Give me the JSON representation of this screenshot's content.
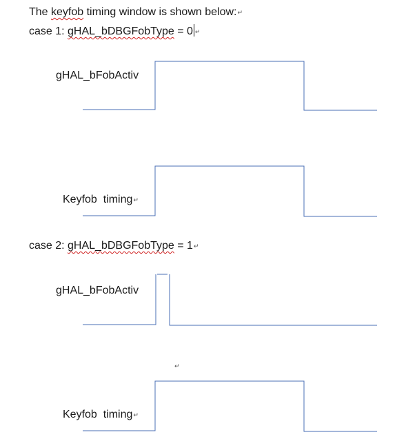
{
  "intro": {
    "line": "The keyfob timing window is shown below:",
    "word_keyfob": "keyfob",
    "before_keyfob": "The ",
    "after_keyfob": " timing window is shown below:"
  },
  "case1": {
    "prefix": "case 1: ",
    "var": "gHAL_bDBGFobType",
    "suffix": " = 0",
    "signal_a": "gHAL_bFobActiv",
    "signal_b": "Keyfob  timing"
  },
  "case2": {
    "prefix": "case 2: ",
    "var": "gHAL_bDBGFobType",
    "suffix": " = 1",
    "signal_a": "gHAL_bFobActiv",
    "signal_b": "Keyfob  timing"
  },
  "symbols": {
    "paragraph_mark": "↵"
  },
  "colors": {
    "waveform": "#4a6fb5",
    "spellcheck": "#d02020"
  }
}
